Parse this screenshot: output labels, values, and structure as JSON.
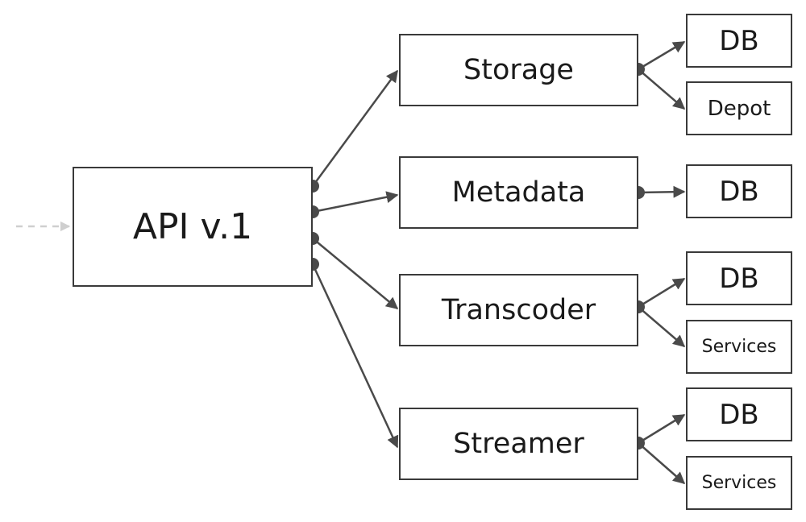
{
  "colors": {
    "line": "#4a4a4a",
    "border": "#3a3a3a",
    "text": "#1a1a1a",
    "incoming": "#cfcfcf"
  },
  "api": {
    "label": "API v.1"
  },
  "services": [
    {
      "label": "Storage",
      "targets": [
        "DB",
        "Depot"
      ]
    },
    {
      "label": "Metadata",
      "targets": [
        "DB"
      ]
    },
    {
      "label": "Transcoder",
      "targets": [
        "DB",
        "Services"
      ]
    },
    {
      "label": "Streamer",
      "targets": [
        "DB",
        "Services"
      ]
    }
  ]
}
